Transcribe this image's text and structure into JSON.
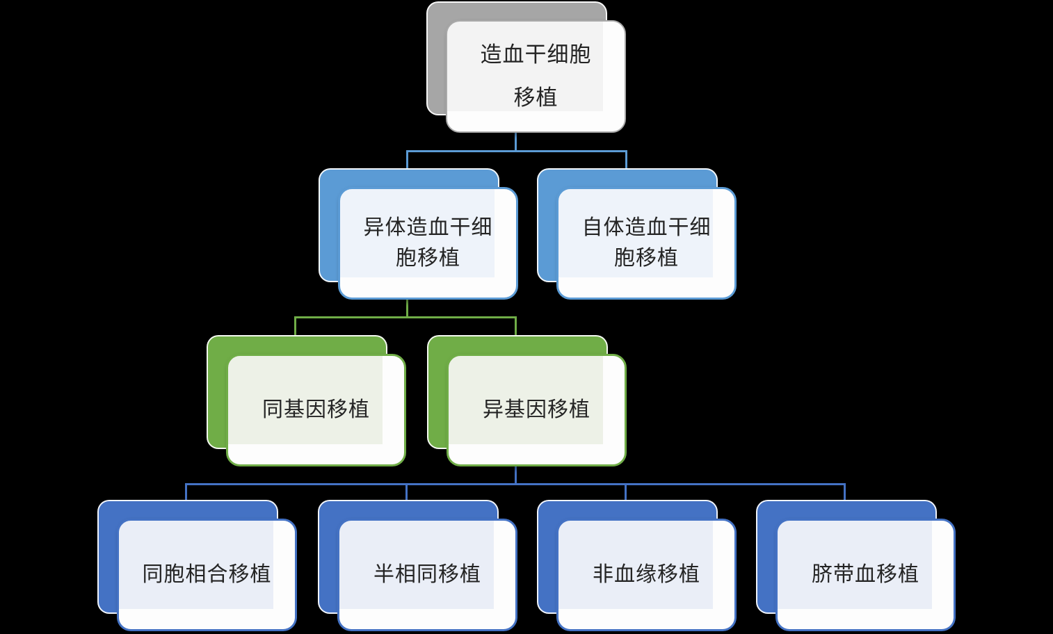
{
  "diagram": {
    "type": "hierarchy",
    "nodes": {
      "root": {
        "label": "造血干细胞\n移植"
      },
      "allo_hsct": {
        "label": "异体造血干细\n胞移植"
      },
      "auto_hsct": {
        "label": "自体造血干细\n胞移植"
      },
      "syngeneic": {
        "label": "同基因移植"
      },
      "allogeneic": {
        "label": "异基因移植"
      },
      "sibling_matched": {
        "label": "同胞相合移植"
      },
      "haploidentical": {
        "label": "半相同移植"
      },
      "unrelated": {
        "label": "非血缘移植"
      },
      "cord_blood": {
        "label": "脐带血移植"
      }
    },
    "edges": [
      {
        "from": "root",
        "to": "allo_hsct"
      },
      {
        "from": "root",
        "to": "auto_hsct"
      },
      {
        "from": "allo_hsct",
        "to": "syngeneic"
      },
      {
        "from": "allo_hsct",
        "to": "allogeneic"
      },
      {
        "from": "allogeneic",
        "to": "sibling_matched"
      },
      {
        "from": "allogeneic",
        "to": "haploidentical"
      },
      {
        "from": "allogeneic",
        "to": "unrelated"
      },
      {
        "from": "allogeneic",
        "to": "cord_blood"
      }
    ],
    "palette": {
      "level1_gray": "#A6A6A6",
      "level2_blue": "#5B9BD5",
      "level3_green": "#70AD47",
      "level4_dark_blue": "#4472C4",
      "text": "#242424",
      "background": "#000000"
    }
  }
}
